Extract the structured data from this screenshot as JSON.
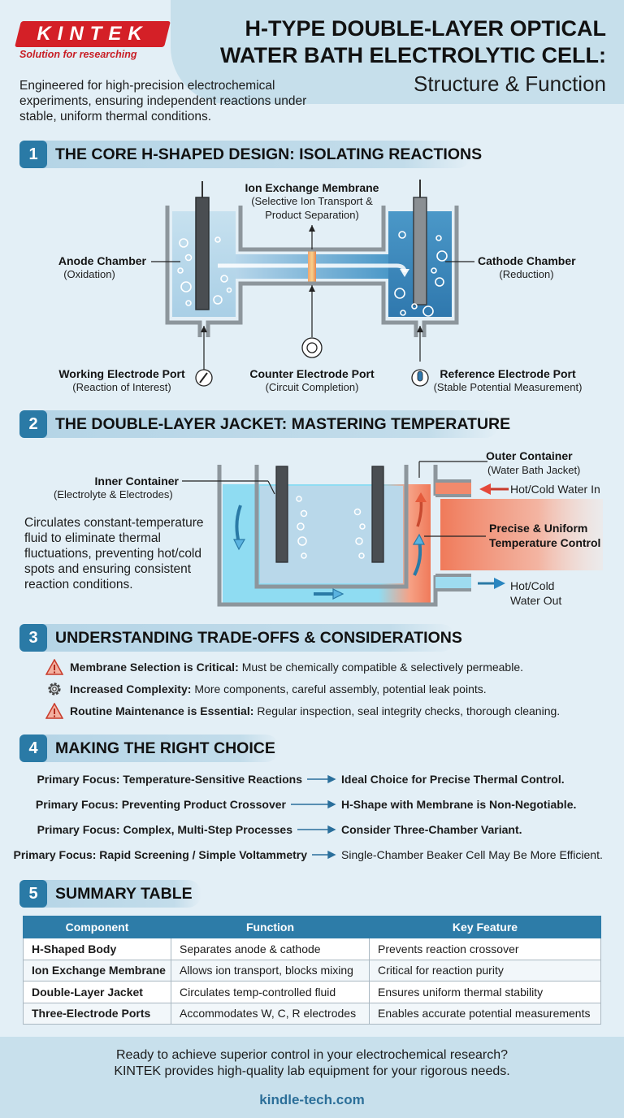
{
  "brand": {
    "name": "KINTEK",
    "tagline": "Solution for researching"
  },
  "header": {
    "title_line1": "H-TYPE DOUBLE-LAYER OPTICAL",
    "title_line2": "WATER BATH ELECTROLYTIC CELL:",
    "subtitle": "Structure & Function",
    "intro": "Engineered for high-precision electrochemical experiments, ensuring independent reactions under stable, uniform thermal conditions."
  },
  "sections": [
    {
      "num": "1",
      "title": "THE CORE H-SHAPED DESIGN: ISOLATING REACTIONS"
    },
    {
      "num": "2",
      "title": "THE DOUBLE-LAYER JACKET: MASTERING TEMPERATURE"
    },
    {
      "num": "3",
      "title": "UNDERSTANDING TRADE-OFFS & CONSIDERATIONS"
    },
    {
      "num": "4",
      "title": "MAKING THE RIGHT CHOICE"
    },
    {
      "num": "5",
      "title": "SUMMARY TABLE"
    }
  ],
  "diagram1": {
    "membrane_label": "Ion Exchange Membrane",
    "membrane_sub1": "(Selective Ion Transport &",
    "membrane_sub2": "Product Separation)",
    "anode_label": "Anode Chamber",
    "anode_sub": "(Oxidation)",
    "cathode_label": "Cathode Chamber",
    "cathode_sub": "(Reduction)",
    "working_label": "Working Electrode Port",
    "working_sub": "(Reaction of Interest)",
    "counter_label": "Counter Electrode Port",
    "counter_sub": "(Circuit Completion)",
    "reference_label": "Reference Electrode Port",
    "reference_sub": "(Stable Potential Measurement)"
  },
  "diagram2": {
    "outer_label": "Outer Container",
    "outer_sub": "(Water Bath Jacket)",
    "inner_label": "Inner Container",
    "inner_sub": "(Electrolyte & Electrodes)",
    "water_in": "Hot/Cold Water In",
    "water_out_1": "Hot/Cold",
    "water_out_2": "Water Out",
    "control_1": "Precise & Uniform",
    "control_2": "Temperature Control",
    "desc": "Circulates constant-temperature fluid to eliminate thermal fluctuations, preventing hot/cold spots and ensuring consistent reaction conditions."
  },
  "tradeoffs": [
    {
      "icon": "warning-icon",
      "title": "Membrane Selection is Critical:",
      "text": "Must be chemically compatible & selectively permeable."
    },
    {
      "icon": "gear-icon",
      "title": "Increased Complexity:",
      "text": "More components, careful assembly, potential leak points."
    },
    {
      "icon": "warning-icon",
      "title": "Routine Maintenance is Essential:",
      "text": "Regular inspection, seal integrity checks, thorough cleaning."
    }
  ],
  "choices": [
    {
      "focus": "Primary Focus: Temperature-Sensitive Reactions",
      "choice": "Ideal Choice for Precise Thermal Control."
    },
    {
      "focus": "Primary Focus: Preventing Product Crossover",
      "choice": "H-Shape with Membrane is Non-Negotiable."
    },
    {
      "focus": "Primary Focus: Complex, Multi-Step Processes",
      "choice": "Consider Three-Chamber Variant."
    },
    {
      "focus": "Primary Focus: Rapid Screening / Simple Voltammetry",
      "choice": "Single-Chamber Beaker Cell May Be More Efficient."
    }
  ],
  "table": {
    "headers": [
      "Component",
      "Function",
      "Key Feature"
    ],
    "rows": [
      [
        "H-Shaped Body",
        "Separates anode & cathode",
        "Prevents reaction crossover"
      ],
      [
        "Ion Exchange Membrane",
        "Allows ion transport, blocks mixing",
        "Critical for reaction purity"
      ],
      [
        "Double-Layer Jacket",
        "Circulates temp-controlled fluid",
        "Ensures uniform thermal stability"
      ],
      [
        "Three-Electrode Ports",
        "Accommodates W, C, R electrodes",
        "Enables accurate potential measurements"
      ]
    ]
  },
  "footer": {
    "line1": "Ready to achieve superior control in your electrochemical research?",
    "line2": "KINTEK provides high-quality lab equipment for your rigorous needs.",
    "url": "kindle-tech.com"
  },
  "colors": {
    "accent": "#2a7aa6",
    "brand_red": "#d42027",
    "electrolyte_light": "#b9d8ea",
    "electrolyte_dark": "#3d8cc0",
    "hot": "#f07a5a",
    "cold": "#6fd0ec"
  }
}
